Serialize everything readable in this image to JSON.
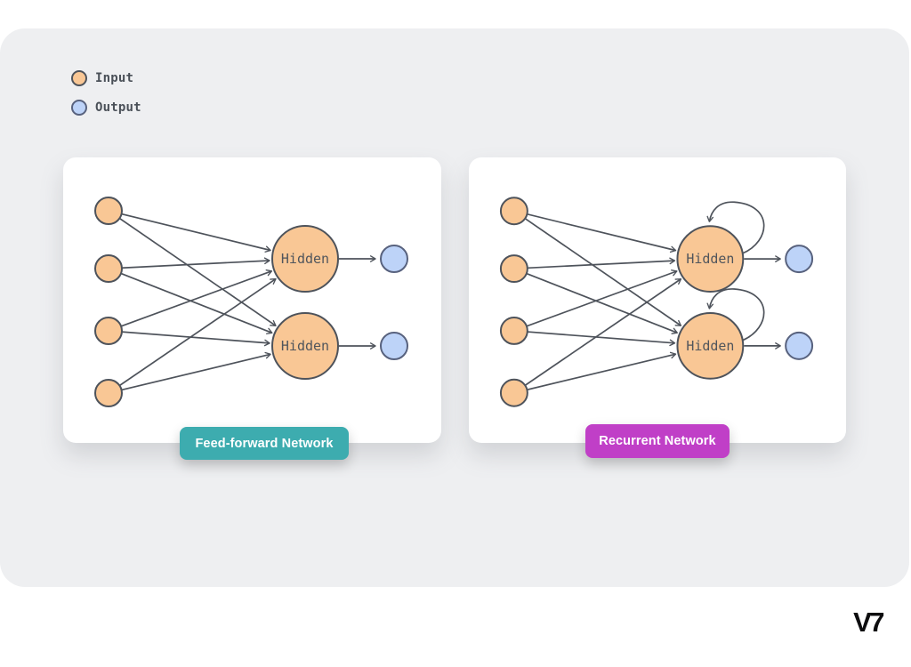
{
  "page": {
    "background": "#ffffff",
    "panel_bg": "#eeeff1"
  },
  "legend": {
    "items": [
      {
        "label": "Input",
        "swatch_fill": "#f9c795",
        "swatch_border": "#4e535b"
      },
      {
        "label": "Output",
        "swatch_fill": "#bdd3f8",
        "swatch_border": "#58627e"
      }
    ]
  },
  "diagram": {
    "networks": [
      {
        "type": "feed-forward",
        "caption": "Feed-forward Network",
        "caption_bg": "#3dacaf",
        "recurrent": false,
        "input_nodes": 4,
        "hidden_nodes": [
          "Hidden",
          "Hidden"
        ],
        "output_nodes": 2
      },
      {
        "type": "recurrent",
        "caption": "Recurrent Network",
        "caption_bg": "#c03fc7",
        "recurrent": true,
        "input_nodes": 4,
        "hidden_nodes": [
          "Hidden",
          "Hidden"
        ],
        "output_nodes": 2
      }
    ],
    "colors": {
      "input_fill": "#f9c795",
      "output_fill": "#bdd3f8",
      "stroke": "#4e535b",
      "output_stroke": "#58627e",
      "label_text": "#50555c"
    }
  },
  "logo": {
    "text": "V7"
  }
}
